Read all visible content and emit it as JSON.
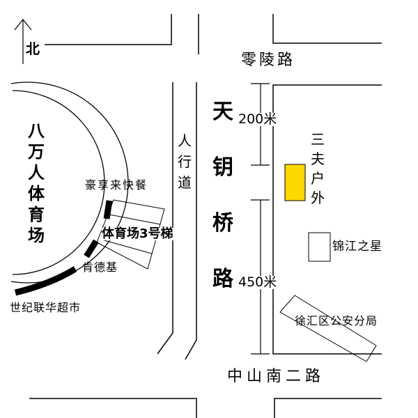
{
  "north_label": "北",
  "roads": {
    "lingling": "零陵路",
    "tianyaoqiao": [
      "天",
      "钥",
      "桥",
      "路"
    ],
    "zhongshan": "中山南二路",
    "sidewalk": [
      "人",
      "行",
      "道"
    ]
  },
  "distances": {
    "upper": "200米",
    "lower": "450米"
  },
  "stadium": {
    "name": [
      "八",
      "万",
      "人",
      "体",
      "育",
      "场"
    ],
    "stair3": "体育场3号梯",
    "stair3_text": "体育场",
    "stair3_num": "3",
    "stair3_suffix": "号梯"
  },
  "places": {
    "haoxiang": "豪享来快餐",
    "kfc": "肯德基",
    "lianhua": "世纪联华超市",
    "sanfu": [
      "三",
      "夫",
      "户",
      "外"
    ],
    "jinjiang": "锦江之星",
    "police": "徐汇区公安分局"
  },
  "colors": {
    "sanfu_fill": "#ffd700",
    "line": "#000000"
  }
}
